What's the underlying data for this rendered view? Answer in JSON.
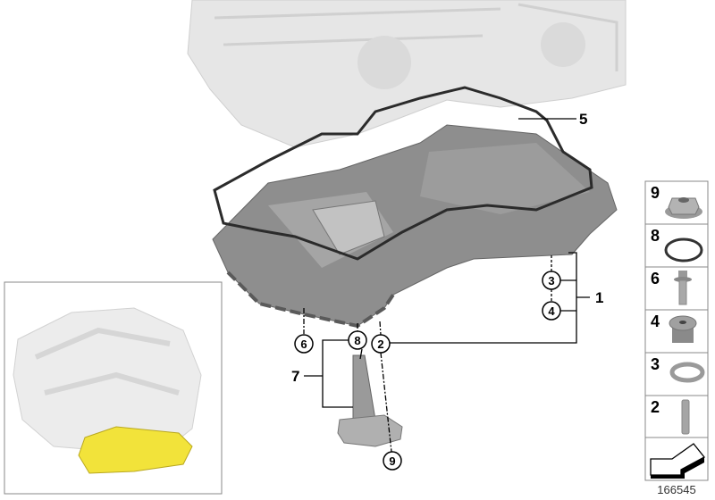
{
  "diagram": {
    "diagram_id": "166545",
    "callouts": {
      "c1": "1",
      "c2": "2",
      "c3": "3",
      "c4": "4",
      "c5": "5",
      "c6": "6",
      "c7": "7",
      "c8": "8",
      "c9": "9"
    },
    "parts_panel": [
      {
        "number": "9",
        "icon": "flange-nut-icon"
      },
      {
        "number": "8",
        "icon": "o-ring-icon"
      },
      {
        "number": "6",
        "icon": "bolt-icon"
      },
      {
        "number": "4",
        "icon": "screw-plug-icon"
      },
      {
        "number": "3",
        "icon": "seal-ring-icon"
      },
      {
        "number": "2",
        "icon": "stud-icon"
      },
      {
        "number": "",
        "icon": "arrow-navigation-icon"
      }
    ],
    "colors": {
      "highlight": "#f2e33a",
      "part_gray": "#8e8e8e",
      "ghost_gray": "#e4e4e4"
    }
  }
}
